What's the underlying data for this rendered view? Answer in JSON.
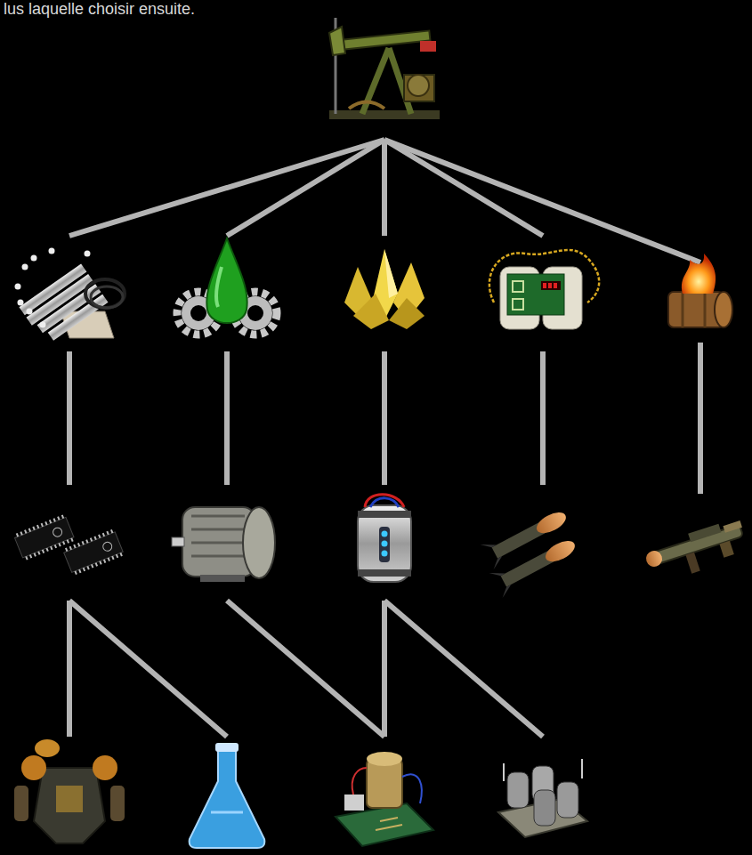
{
  "diagram": {
    "nodes": [
      {
        "text": []
      },
      {
        "text": []
      },
      {
        "text": []
      },
      {
        "text": []
      },
      {
        "text": []
      },
      {
        "text": []
      },
      {
        "text": []
      },
      {
        "text": []
      },
      {
        "text": []
      },
      {
        "text": []
      },
      {
        "text": []
      },
      {
        "text": []
      },
      {
        "text": []
      },
      {
        "text": []
      },
      {
        "text": []
      }
    ],
    "edges": [
      {
        "from": 0,
        "to": 1,
        "arrow": "none"
      },
      {
        "from": 0,
        "to": 2,
        "arrow": "none"
      },
      {
        "from": 0,
        "to": 3,
        "arrow": "none"
      },
      {
        "from": 0,
        "to": 4,
        "arrow": "none"
      },
      {
        "from": 0,
        "to": 5,
        "arrow": "none"
      },
      {
        "from": 1,
        "to": 6,
        "arrow": "none"
      },
      {
        "from": 2,
        "to": 7,
        "arrow": "none"
      },
      {
        "from": 3,
        "to": 8,
        "arrow": "none"
      },
      {
        "from": 4,
        "to": 9,
        "arrow": "none"
      },
      {
        "from": 5,
        "to": 10,
        "arrow": "none"
      },
      {
        "from": 6,
        "to": 11,
        "arrow": "none"
      },
      {
        "from": 6,
        "to": 12,
        "arrow": "none"
      },
      {
        "from": 7,
        "to": 13,
        "arrow": "none"
      },
      {
        "from": 8,
        "to": 13,
        "arrow": "none"
      },
      {
        "from": 8,
        "to": 14,
        "arrow": "none"
      }
    ],
    "labels": [
      "lus laquelle choisir ensuite."
    ]
  }
}
